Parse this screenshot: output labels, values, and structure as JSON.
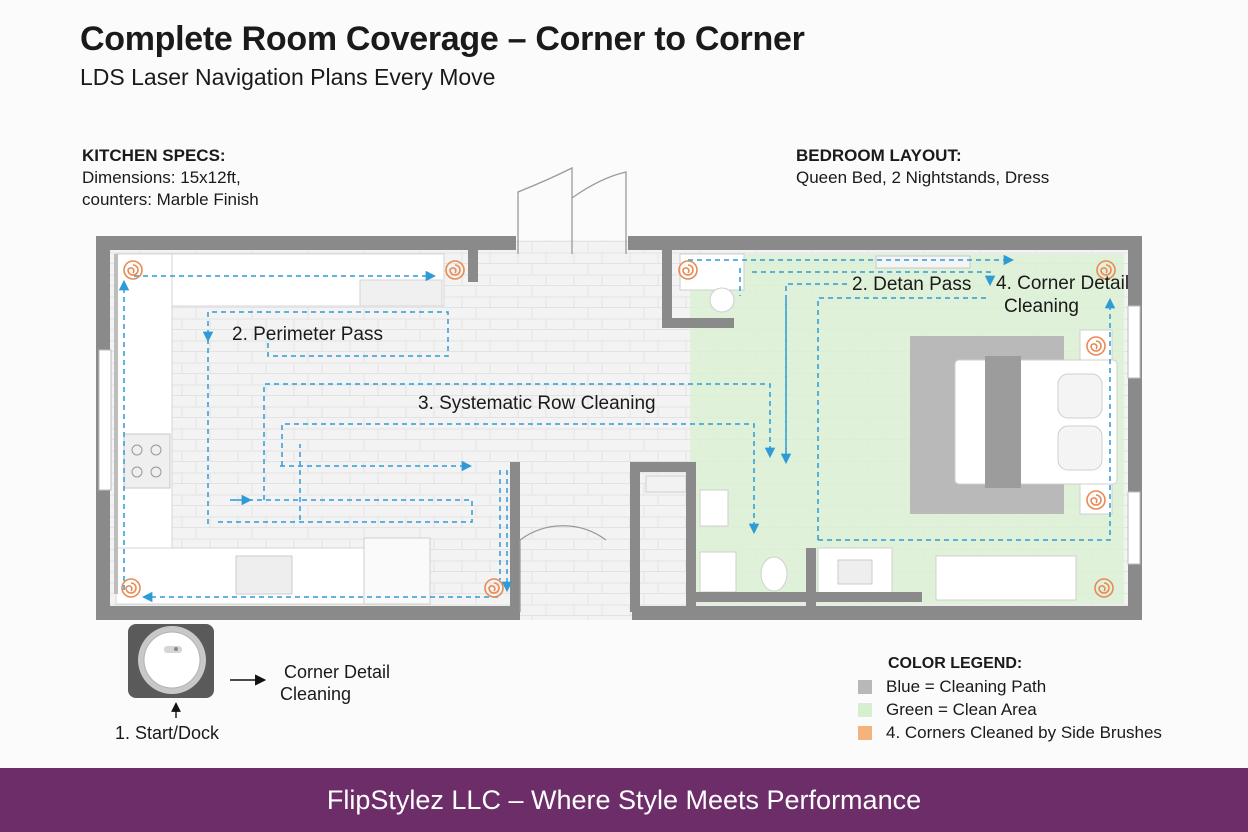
{
  "header": {
    "title": "Complete Room Coverage – Corner to Corner",
    "subtitle": "LDS Laser Navigation Plans Every Move"
  },
  "kitchen_specs": {
    "heading": "KITCHEN SPECS:",
    "line1": "Dimensions: 15x12ft,",
    "line2": "counters: Marble Finish"
  },
  "bedroom_layout": {
    "heading": "BEDROOM LAYOUT:",
    "line1": "Queen Bed, 2 Nightstands, Dress"
  },
  "path_labels": {
    "perimeter": "2. Perimeter Pass",
    "rows": "3. Systematic Row Cleaning",
    "detail": "2. Detan Pass",
    "corner_line1": "4. Corner Detail",
    "corner_line2": "Cleaning"
  },
  "dock": {
    "arrow_label_line1": "Corner Detail",
    "arrow_label_line2": "Cleaning",
    "start_label": "1. Start/Dock"
  },
  "legend": {
    "heading": "COLOR LEGEND:",
    "items": [
      {
        "label": "Blue = Cleaning Path",
        "color": "#b8b8b8"
      },
      {
        "label": "Green = Clean Area",
        "color": "#d6efcf"
      },
      {
        "label": "4. Corners Cleaned by Side Brushes",
        "color": "#f4b27c"
      }
    ]
  },
  "colors": {
    "path": "#2f9bd6",
    "wall": "#8a8a8a",
    "clean_area": "#dcf0d3",
    "corner_swirl": "#e98a55",
    "footer_bg": "#6c2d68"
  },
  "footer": {
    "text": "FlipStylez LLC – Where Style Meets Performance"
  }
}
